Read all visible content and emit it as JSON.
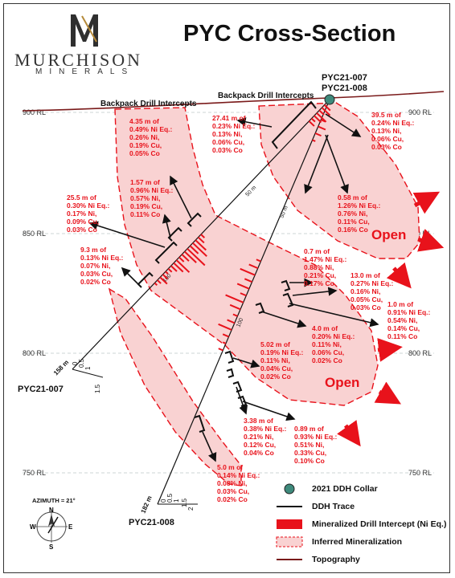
{
  "header": {
    "logo_word": "MURCHISON",
    "logo_sub": "MINERALS",
    "title": "PYC Cross-Section"
  },
  "elevations": {
    "left": [
      "900 RL",
      "850 RL",
      "800 RL",
      "750 RL"
    ],
    "right": [
      "900 RL",
      "850 RL",
      "800 RL",
      "750 RL"
    ]
  },
  "collar_label": [
    "PYC21-007",
    "PYC21-008"
  ],
  "backpack_labels": [
    "Backpack Drill Intercepts",
    "Backpack Drill Intercepts"
  ],
  "intercepts": [
    {
      "id": "i1",
      "lines": [
        "4.35 m of",
        "0.49% Ni Eq.:",
        "0.26% Ni,",
        "0.19% Cu,",
        "0.05% Co"
      ]
    },
    {
      "id": "i2",
      "lines": [
        "27.41 m of",
        "0.23% Ni Eq.:",
        "0.13% Ni,",
        "0.06% Cu,",
        "0.03% Co"
      ]
    },
    {
      "id": "i3",
      "lines": [
        "39.5 m of",
        "0.24% Ni Eq.:",
        "0.13% Ni,",
        "0.06% Cu,",
        "0.03% Co"
      ]
    },
    {
      "id": "i4",
      "lines": [
        "1.57 m of",
        "0.96% Ni Eq.:",
        "0.57% Ni,",
        "0.19% Cu,",
        "0.11% Co"
      ]
    },
    {
      "id": "i5",
      "lines": [
        "25.5 m of",
        "0.30% Ni Eq.:",
        "0.17% Ni,",
        "0.09% Cu,",
        "0.03% Co"
      ]
    },
    {
      "id": "i6",
      "lines": [
        "0.58 m of",
        "1.26% Ni Eq.:",
        "0.76% Ni,",
        "0.11% Cu,",
        "0.16% Co"
      ]
    },
    {
      "id": "i7",
      "lines": [
        "9.3 m of",
        "0.13% Ni Eq.:",
        "0.07% Ni,",
        "0.03% Cu,",
        "0.02% Co"
      ]
    },
    {
      "id": "i8",
      "lines": [
        "0.7 m of",
        "1.47% Ni Eq.:",
        "0.88% Ni,",
        "0.21% Cu,",
        "0.17% Co"
      ]
    },
    {
      "id": "i9",
      "lines": [
        "13.0 m of",
        "0.27% Ni Eq.:",
        "0.16% Ni,",
        "0.05% Cu,",
        "0.03% Co"
      ]
    },
    {
      "id": "i10",
      "lines": [
        "1.0 m of",
        "0.91% Ni Eq.:",
        "0.54% Ni,",
        "0.14% Cu,",
        "0.11% Co"
      ]
    },
    {
      "id": "i11",
      "lines": [
        "4.0 m of",
        "0.20% Ni Eq.:",
        "0.11% Ni,",
        "0.06% Cu,",
        "0.02% Co"
      ]
    },
    {
      "id": "i12",
      "lines": [
        "5.02 m of",
        "0.19% Ni Eq.:",
        "0.11% Ni,",
        "0.04% Cu,",
        "0.02% Co"
      ]
    },
    {
      "id": "i13",
      "lines": [
        "3.38 m of",
        "0.38% Ni Eq.:",
        "0.21% Ni,",
        "0.12% Cu,",
        "0.04% Co"
      ]
    },
    {
      "id": "i14",
      "lines": [
        "0.89 m of",
        "0.93% Ni Eq.:",
        "0.51% Ni,",
        "0.33% Cu,",
        "0.10% Co"
      ]
    },
    {
      "id": "i15",
      "lines": [
        "5.0 m of",
        "0.14% Ni Eq.:",
        "0.08% Ni,",
        "0.03% Cu,",
        "0.02% Co"
      ]
    }
  ],
  "open_label": "Open",
  "trace_ticks": {
    "m50": "50 m",
    "m100": "100"
  },
  "holes": [
    {
      "name": "PYC21-007",
      "depth": "158 m",
      "scale": [
        "0",
        "0.5",
        "1",
        "1.5"
      ]
    },
    {
      "name": "PYC21-008",
      "depth": "182 m",
      "scale": [
        "0",
        "0.5",
        "1",
        "1.5",
        "2"
      ]
    }
  ],
  "azimuth": "AZIMUTH = 21°",
  "compass": {
    "n": "N",
    "e": "E",
    "s": "S",
    "w": "W"
  },
  "legend": [
    {
      "label": "2021 DDH Collar",
      "symbol": "collar-icon"
    },
    {
      "label": "DDH Trace",
      "symbol": "trace-line-icon"
    },
    {
      "label": "Mineralized Drill Intercept (Ni Eq.)",
      "symbol": "intercept-swatch-icon"
    },
    {
      "label": "Inferred Mineralization",
      "symbol": "zone-swatch-icon"
    },
    {
      "label": "Topography",
      "symbol": "topography-line-icon"
    }
  ],
  "colors": {
    "red": "#e8121b",
    "zone": "#f9d2d2",
    "topo": "#7a1a1a",
    "collar": "#3e8a7c",
    "text": "#111111"
  }
}
